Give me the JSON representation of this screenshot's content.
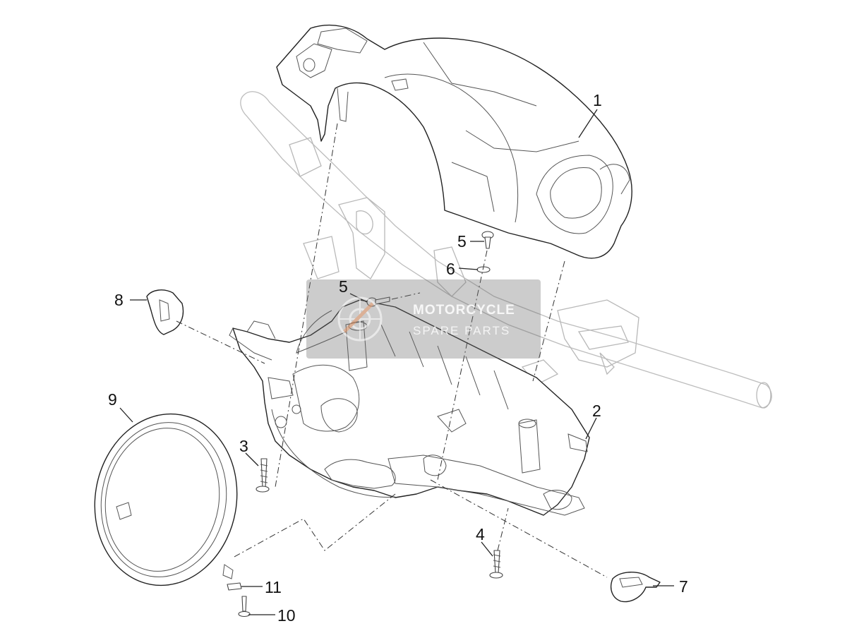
{
  "callouts": [
    {
      "id": "1",
      "label": "1"
    },
    {
      "id": "2",
      "label": "2"
    },
    {
      "id": "3",
      "label": "3"
    },
    {
      "id": "4",
      "label": "4"
    },
    {
      "id": "5a",
      "label": "5"
    },
    {
      "id": "5b",
      "label": "5"
    },
    {
      "id": "6",
      "label": "6"
    },
    {
      "id": "7",
      "label": "7"
    },
    {
      "id": "8",
      "label": "8"
    },
    {
      "id": "9",
      "label": "9"
    },
    {
      "id": "10",
      "label": "10"
    },
    {
      "id": "11",
      "label": "11"
    }
  ],
  "watermark": {
    "title": "MOTORCYCLE",
    "subtitle": "SPARE PARTS"
  }
}
